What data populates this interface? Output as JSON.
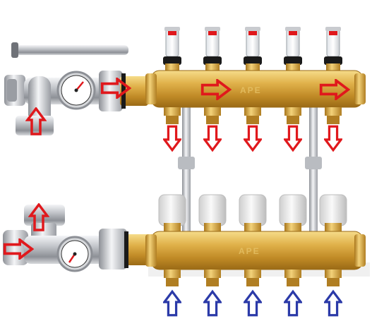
{
  "image": {
    "width": 527,
    "height": 455,
    "background": "#ffffff"
  },
  "colors": {
    "brass": "#d9a63a",
    "brass_light": "#f3d27a",
    "brass_dark": "#a8761c",
    "chrome": "#c9cbcf",
    "chrome_dark": "#7d8086",
    "black_ring": "#1a1a1a",
    "flow_red": "#e0181c",
    "flow_blue": "#2b3aa8",
    "cap_white": "#eeeeee"
  },
  "manifold": {
    "supply_bar_text": "APE",
    "return_bar_text": "APE",
    "outlet_count": 5
  },
  "arrows": {
    "supply_flow": {
      "color": "red",
      "direction": "right",
      "count": 3
    },
    "supply_outlets": {
      "color": "red",
      "direction": "down",
      "count": 5
    },
    "pump_group_top": {
      "color": "red",
      "direction": "up",
      "count": 1
    },
    "pump_group_bottom_in": {
      "color": "red",
      "direction": "up",
      "count": 1
    },
    "pump_group_bottom_out": {
      "color": "red",
      "direction": "right",
      "count": 1
    },
    "return_inlets": {
      "color": "blue",
      "direction": "up",
      "count": 5
    }
  },
  "icons": {
    "gauge_top": "pressure-gauge-icon",
    "gauge_bottom": "pressure-gauge-icon",
    "flowmeter": "flowmeter-icon",
    "valve_cap": "valve-cap-icon"
  }
}
